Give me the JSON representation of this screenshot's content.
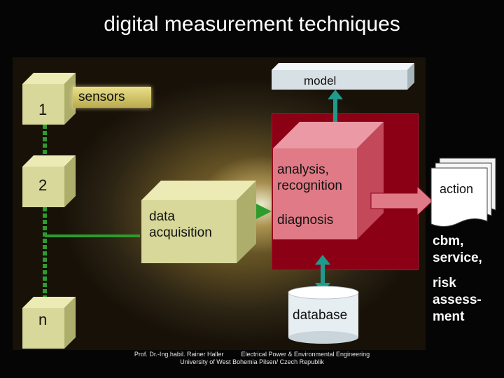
{
  "title": "digital measurement techniques",
  "sensor_boxes": [
    "1",
    "2",
    "n"
  ],
  "sensors_label": "sensors",
  "model_label": "model",
  "analysis_label": [
    "analysis,",
    "recognition"
  ],
  "diagnosis_label": "diagnosis",
  "data_acquisition_label": [
    "data",
    "acquisition"
  ],
  "database_label": "database",
  "action_label": "action",
  "outputs": {
    "cbm": [
      "cbm,",
      "service,"
    ],
    "risk": [
      "risk",
      "assess-",
      "ment"
    ]
  },
  "footer": {
    "author": "Prof. Dr.-Ing.habil. Rainer Haller",
    "department": "Electrical Power & Environmental Engineering",
    "university": "University of West Bohemia Pilsen/ Czech Republik"
  },
  "colors": {
    "box_face": "#d8d89a",
    "box_side": "#aeae6c",
    "red_face": "#e07a86",
    "red_side": "#c2485a",
    "green_connector": "#2d9c2d",
    "teal_arrow": "#1f9b8c"
  }
}
